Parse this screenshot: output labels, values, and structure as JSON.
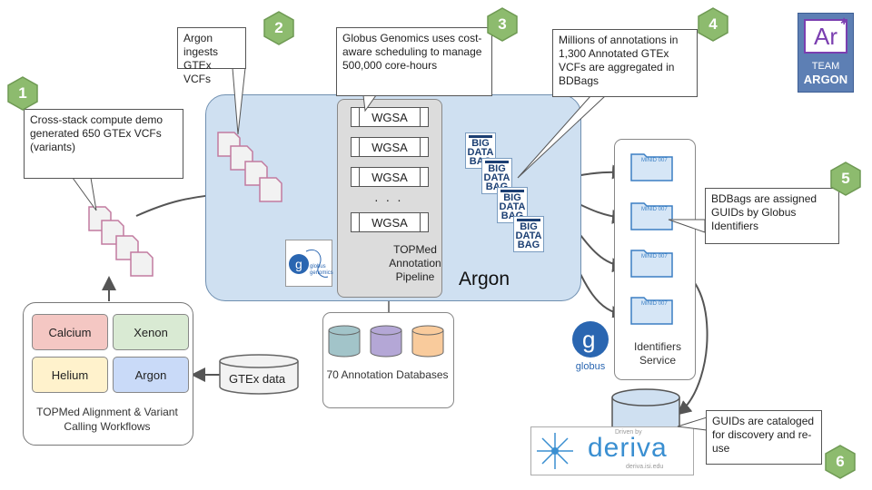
{
  "badges": [
    "1",
    "2",
    "3",
    "4",
    "5",
    "6"
  ],
  "callouts": {
    "c1": "Cross-stack compute demo generated 650 GTEx VCFs (variants)",
    "c2": "Argon ingests GTEx VCFs",
    "c3": "Globus Genomics uses cost-aware scheduling to manage 500,000 core-hours",
    "c4": "Millions of annotations in 1,300 Annotated GTEx VCFs are aggregated in BDBags",
    "c5": "BDBags are assigned GUIDs by Globus Identifiers",
    "c6": "GUIDs are cataloged for discovery and re-use"
  },
  "argon_label": "Argon",
  "pipeline": {
    "wgsa_items": [
      "WGSA",
      "WGSA",
      "WGSA",
      "· · ·",
      "WGSA"
    ],
    "label": "TOPMed Annotation Pipeline"
  },
  "workflows": {
    "tiles": [
      "Calcium",
      "Xenon",
      "Helium",
      "Argon"
    ],
    "caption": "TOPMed Alignment & Variant Calling Workflows"
  },
  "gtex_data": "GTEx data",
  "databases_caption": "70 Annotation Databases",
  "identifiers_caption": "Identifiers Service",
  "bigbag_text": "BIG DATA BAG",
  "minid_text": "MINID 007",
  "team_argon": {
    "symbol": "Ar",
    "line1": "TEAM",
    "line2": "ARGON"
  },
  "logos": {
    "globus_genomics": "globus genomics",
    "globus": "globus",
    "deriva": "deriva",
    "deriva_tag": "Driven by",
    "deriva_url": "deriva.isi.edu"
  },
  "colors": {
    "badge": "#8dbb6e",
    "argon_region": "#cfe0f1",
    "calcium": "#f4c7c3",
    "xenon": "#d9ead3",
    "helium": "#fff2cc",
    "argon_tile": "#c9daf8",
    "db1": "#a2c4c9",
    "db2": "#b4a7d6",
    "db3": "#f9cb9c",
    "vcf_border": "#c27ba0"
  }
}
